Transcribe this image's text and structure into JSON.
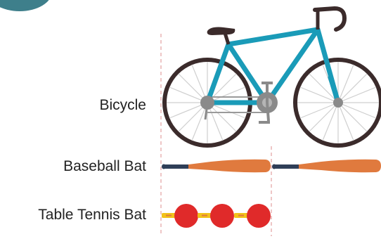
{
  "rows": [
    {
      "label": "Bicycle",
      "icon": "bicycle-icon",
      "count": 1
    },
    {
      "label": "Baseball Bat",
      "icon": "baseball-bat-icon",
      "count": 2
    },
    {
      "label": "Table Tennis Bat",
      "icon": "table-tennis-bat-icon",
      "count": 3
    }
  ],
  "colors": {
    "badge": "#3e7f8b",
    "bike_frame": "#1a9bb8",
    "bike_dark": "#3b2b2b",
    "bat_wood": "#e07a3e",
    "bat_grip": "#2f3e57",
    "paddle_red": "#e02a2a",
    "paddle_handle": "#f2c21a",
    "guide_line": "#e8b4b4"
  }
}
